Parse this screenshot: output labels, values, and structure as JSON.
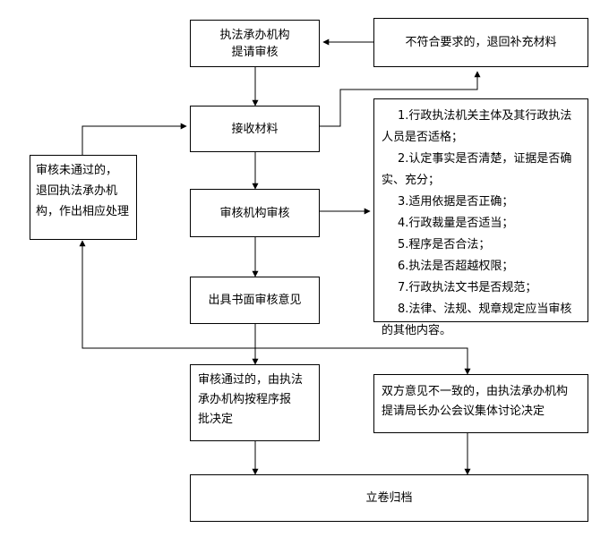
{
  "nodes": {
    "unit_apply": {
      "lines": [
        "执法承办机构",
        "提请审核"
      ]
    },
    "return_supplement": {
      "text": "不符合要求的，退回补充材料"
    },
    "receive": {
      "text": "接收材料"
    },
    "rejected": {
      "lines": [
        "审核未通过的，",
        "退回执法承办机",
        "构，作出相应处理"
      ]
    },
    "review": {
      "text": "审核机构审核"
    },
    "written_opinion": {
      "text": "出具书面审核意见"
    },
    "approved": {
      "lines": [
        "审核通过的，由执法",
        "承办机构按程序报",
        "批决定"
      ]
    },
    "disagree": {
      "lines": [
        "双方意见不一致的，由执法承办机构",
        "提请局长办公会议集体讨论决定"
      ]
    },
    "archive": {
      "text": "立卷归档"
    }
  },
  "criteria": [
    "1.行政执法机关主体及其行政执法人员是否适格；",
    "2.认定事实是否清楚，证据是否确实、充分；",
    "3.适用依据是否正确；",
    "4.行政裁量是否适当；",
    "5.程序是否合法；",
    "6.执法是否超越权限；",
    "7.行政执法文书是否规范；",
    "8.法律、法规、规章规定应当审核的其他内容。"
  ]
}
